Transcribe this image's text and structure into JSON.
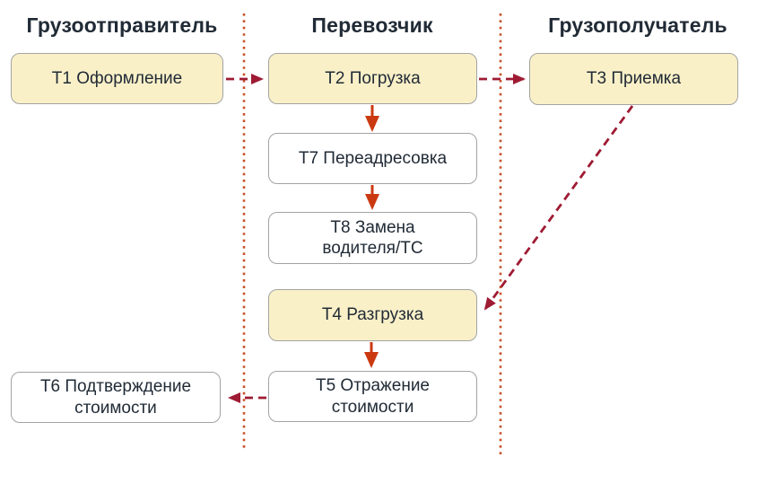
{
  "diagram": {
    "columns": [
      {
        "title": "Грузоотправитель"
      },
      {
        "title": "Перевозчик"
      },
      {
        "title": "Грузополучатель"
      }
    ],
    "nodes": [
      {
        "id": "T1",
        "label": "Т1 Оформление",
        "variant": "highlighted",
        "column": "Грузоотправитель"
      },
      {
        "id": "T2",
        "label": "Т2 Погрузка",
        "variant": "highlighted",
        "column": "Перевозчик"
      },
      {
        "id": "T3",
        "label": "Т3 Приемка",
        "variant": "highlighted",
        "column": "Грузополучатель"
      },
      {
        "id": "T7",
        "label": "Т7 Переадресовка",
        "variant": "plain",
        "column": "Перевозчик"
      },
      {
        "id": "T8",
        "label": "Т8 Замена\nводителя/ТС",
        "variant": "plain",
        "column": "Перевозчик"
      },
      {
        "id": "T4",
        "label": "Т4 Разгрузка",
        "variant": "highlighted",
        "column": "Перевозчик"
      },
      {
        "id": "T5",
        "label": "Т5 Отражение\nстоимости",
        "variant": "plain",
        "column": "Перевозчик"
      },
      {
        "id": "T6",
        "label": "Т6 Подтверждение\nстоимости",
        "variant": "plain",
        "column": "Грузоотправитель"
      }
    ],
    "edges": [
      {
        "from": "Т1 Оформление",
        "to": "Т2 Погрузка",
        "style": "dashed"
      },
      {
        "from": "Т2 Погрузка",
        "to": "Т3 Приемка",
        "style": "dashed"
      },
      {
        "from": "Т2 Погрузка",
        "to": "Т7 Переадресовка",
        "style": "solid"
      },
      {
        "from": "Т7 Переадресовка",
        "to": "Т8 Замена водителя/ТС",
        "style": "solid"
      },
      {
        "from": "Т3 Приемка",
        "to": "Т4 Разгрузка",
        "style": "dashed"
      },
      {
        "from": "Т4 Разгрузка",
        "to": "Т5 Отражение стоимости",
        "style": "solid"
      },
      {
        "from": "Т5 Отражение стоимости",
        "to": "Т6 Подтверждение стоимости",
        "style": "dashed"
      }
    ],
    "colors": {
      "highlighted_node_fill": "#faf0c8",
      "plain_node_fill": "#ffffff",
      "node_border": "#a3a3a3",
      "dashed_arrow": "#9e1b33",
      "solid_arrow": "#cb3911",
      "column_separator": "#c75129",
      "text": "#212b36"
    }
  }
}
